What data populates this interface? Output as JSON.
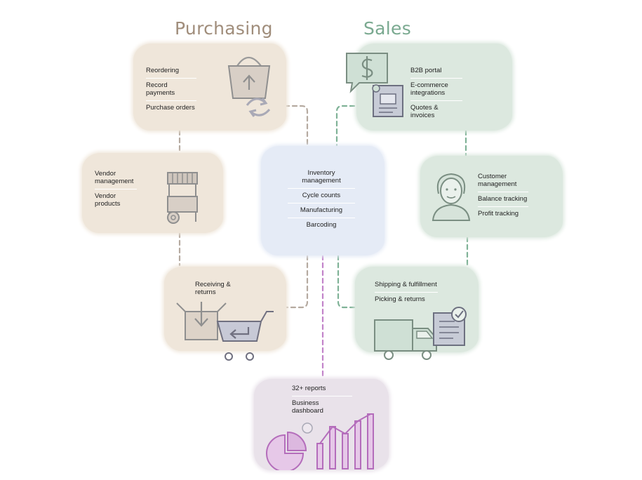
{
  "headings": {
    "purchasing": "Purchasing",
    "sales": "Sales"
  },
  "purchasing_box": {
    "items": [
      "Reordering",
      "Record payments",
      "Purchase orders"
    ],
    "icon": "shopping-bag-icon"
  },
  "vendor_box": {
    "items": [
      "Vendor management",
      "Vendor products"
    ],
    "icon": "market-stall-icon"
  },
  "receiving_box": {
    "items": [
      "Receiving & returns"
    ],
    "icon": "cart-return-icon"
  },
  "inventory_box": {
    "items": [
      "Inventory management",
      "Cycle counts",
      "Manufacturing",
      "Barcoding"
    ]
  },
  "sales_box": {
    "items": [
      "B2B portal",
      "E-commerce integrations",
      "Quotes & invoices"
    ],
    "icon": "dollar-invoice-icon"
  },
  "customer_box": {
    "items": [
      "Customer management",
      "Balance tracking",
      "Profit tracking"
    ],
    "icon": "customer-avatar-icon"
  },
  "shipping_box": {
    "items": [
      "Shipping & fulfillment",
      "Picking & returns"
    ],
    "icon": "delivery-truck-icon"
  },
  "reports_box": {
    "items": [
      "32+ reports",
      "Business dashboard"
    ],
    "icon": "chart-icon"
  },
  "colors": {
    "purchasing": "#a08d7b",
    "sales": "#7aa990",
    "beige": "#efe6da",
    "green": "#dce8df",
    "blue": "#e5ebf6",
    "purple": "#e9e2ea",
    "link_gray": "#b5aaa0",
    "link_green": "#7fb297",
    "link_purple": "#c283c9"
  }
}
